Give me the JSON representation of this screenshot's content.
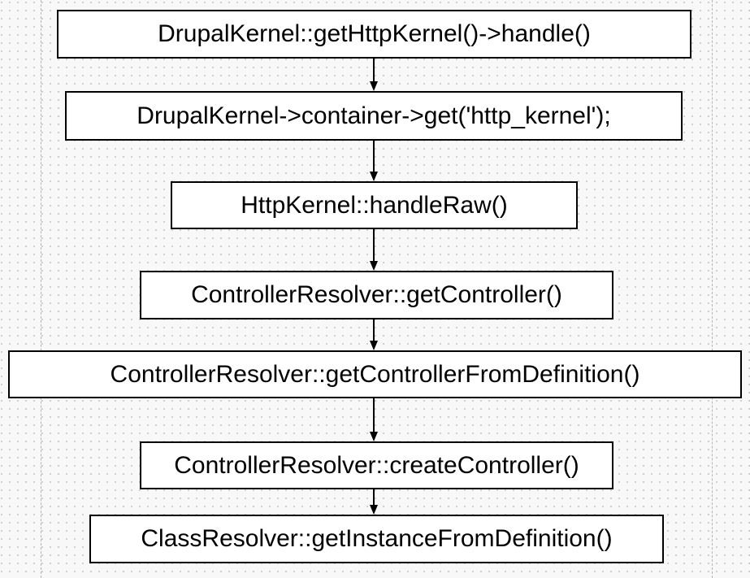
{
  "diagram": {
    "type": "flowchart",
    "direction": "top-down",
    "nodes": [
      {
        "id": 1,
        "label": "DrupalKernel::getHttpKernel()->handle()"
      },
      {
        "id": 2,
        "label": "DrupalKernel->container->get('http_kernel');"
      },
      {
        "id": 3,
        "label": "HttpKernel::handleRaw()"
      },
      {
        "id": 4,
        "label": "ControllerResolver::getController()"
      },
      {
        "id": 5,
        "label": "ControllerResolver::getControllerFromDefinition()"
      },
      {
        "id": 6,
        "label": "ControllerResolver::createController()"
      },
      {
        "id": 7,
        "label": "ClassResolver::getInstanceFromDefinition()"
      }
    ],
    "edges": [
      {
        "from": 1,
        "to": 2
      },
      {
        "from": 2,
        "to": 3
      },
      {
        "from": 3,
        "to": 4
      },
      {
        "from": 4,
        "to": 5
      },
      {
        "from": 5,
        "to": 6
      },
      {
        "from": 6,
        "to": 7
      }
    ],
    "colors": {
      "node_background": "#ffffff",
      "node_border": "#000000",
      "text": "#000000",
      "canvas_background": "#f8f8f8",
      "grid_dot": "#c5c5c5",
      "page_guide_line": "#b4b4b4",
      "arrow": "#000000"
    }
  }
}
